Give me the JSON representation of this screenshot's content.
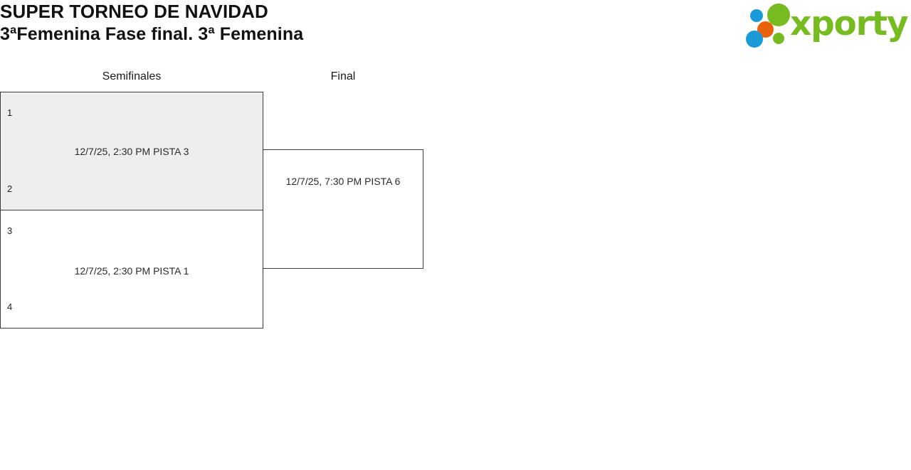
{
  "header": {
    "title_line1": "SUPER TORNEO DE NAVIDAD",
    "title_line2": "3ªFemenina Fase final. 3ª Femenina",
    "logo": {
      "wordmark": "xporty",
      "colors": {
        "green": "#76bc21",
        "blue": "#1a9ad7",
        "orange": "#e8620c"
      }
    }
  },
  "bracket": {
    "rounds": [
      {
        "label": "Semifinales"
      },
      {
        "label": "Final"
      }
    ],
    "matches": [
      {
        "id": "sf1",
        "round": "Semifinales",
        "seed_top": "1",
        "seed_bottom": "2",
        "info": "12/7/25, 2:30 PM PISTA 3",
        "date": "12/7/25",
        "time": "2:30 PM",
        "court": "PISTA 3",
        "shaded": true
      },
      {
        "id": "sf2",
        "round": "Semifinales",
        "seed_top": "3",
        "seed_bottom": "4",
        "info": "12/7/25, 2:30 PM PISTA 1",
        "date": "12/7/25",
        "time": "2:30 PM",
        "court": "PISTA 1",
        "shaded": false
      },
      {
        "id": "final",
        "round": "Final",
        "seed_top": "",
        "seed_bottom": "",
        "info": "12/7/25, 7:30 PM PISTA 6",
        "date": "12/7/25",
        "time": "7:30 PM",
        "court": "PISTA 6",
        "shaded": false
      }
    ]
  }
}
